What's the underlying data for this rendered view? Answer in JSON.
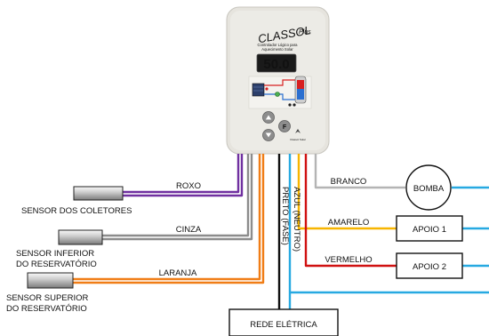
{
  "controller": {
    "brand": "CLASSOL",
    "brand_suffix": "Plus",
    "subtitle_line1": "Controlador Lógico para",
    "subtitle_line2": "Aquecimento Solar",
    "display_value": "50.0",
    "maker": "Classol Solar",
    "colors": {
      "body": "#e8e6e0",
      "display_bg": "#1a1a1a",
      "display_digits": "#ff2020"
    },
    "buttons": [
      "up-arrow",
      "down-arrow",
      "function"
    ]
  },
  "sensors": [
    {
      "label": "SENSOR DOS COLETORES",
      "wire": "ROXO",
      "color": "#7030a0"
    },
    {
      "label_line1": "SENSOR INFERIOR",
      "label_line2": "DO RESERVATÓRIO",
      "wire": "CINZA",
      "color": "#8c8c8c"
    },
    {
      "label_line1": "SENSOR SUPERIOR",
      "label_line2": "DO RESERVATÓRIO",
      "wire": "LARANJA",
      "color": "#f07d16"
    }
  ],
  "wires": {
    "neutral": "AZUL (NEUTRO)",
    "phase": "PRETO (FASE)",
    "white": "BRANCO",
    "yellow": "AMARELO",
    "red": "VERMELHO",
    "colors": {
      "blue": "#27a9e1",
      "black": "#111111",
      "white": "#b4b4b4",
      "yellow": "#f7b500",
      "red": "#d01010"
    }
  },
  "loads": {
    "pump": "BOMBA",
    "aux1": "APOIO 1",
    "aux2": "APOIO 2"
  },
  "mains": "REDE ELÉTRICA"
}
